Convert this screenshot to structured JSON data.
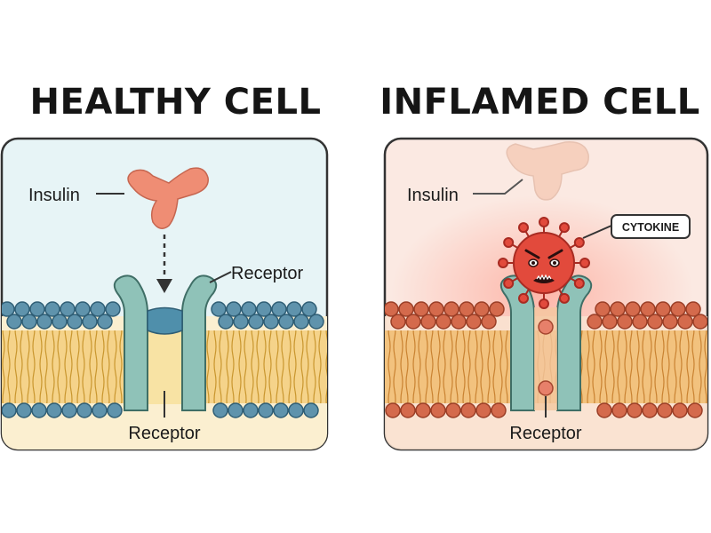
{
  "healthy": {
    "title": "HEALTHY CELL",
    "insulin_label": "Insulin",
    "receptor_label_top": "Receptor",
    "receptor_label_bottom": "Receptor"
  },
  "inflamed": {
    "title": "INFLAMED CELL",
    "insulin_label": "Insulin",
    "cytokine_label": "CYTOKINE",
    "receptor_label_bottom": "Receptor"
  },
  "colors": {
    "healthy_bg": "#e7f4f6",
    "inflamed_bg": "#fbe9e2",
    "membrane_core": "#f5d38a",
    "healthy_head": "#5f93ac",
    "inflamed_head": "#d46a4c",
    "receptor": "#8fc2b8",
    "insulin": "#ef8d74",
    "cytokine": "#e24a3c"
  }
}
